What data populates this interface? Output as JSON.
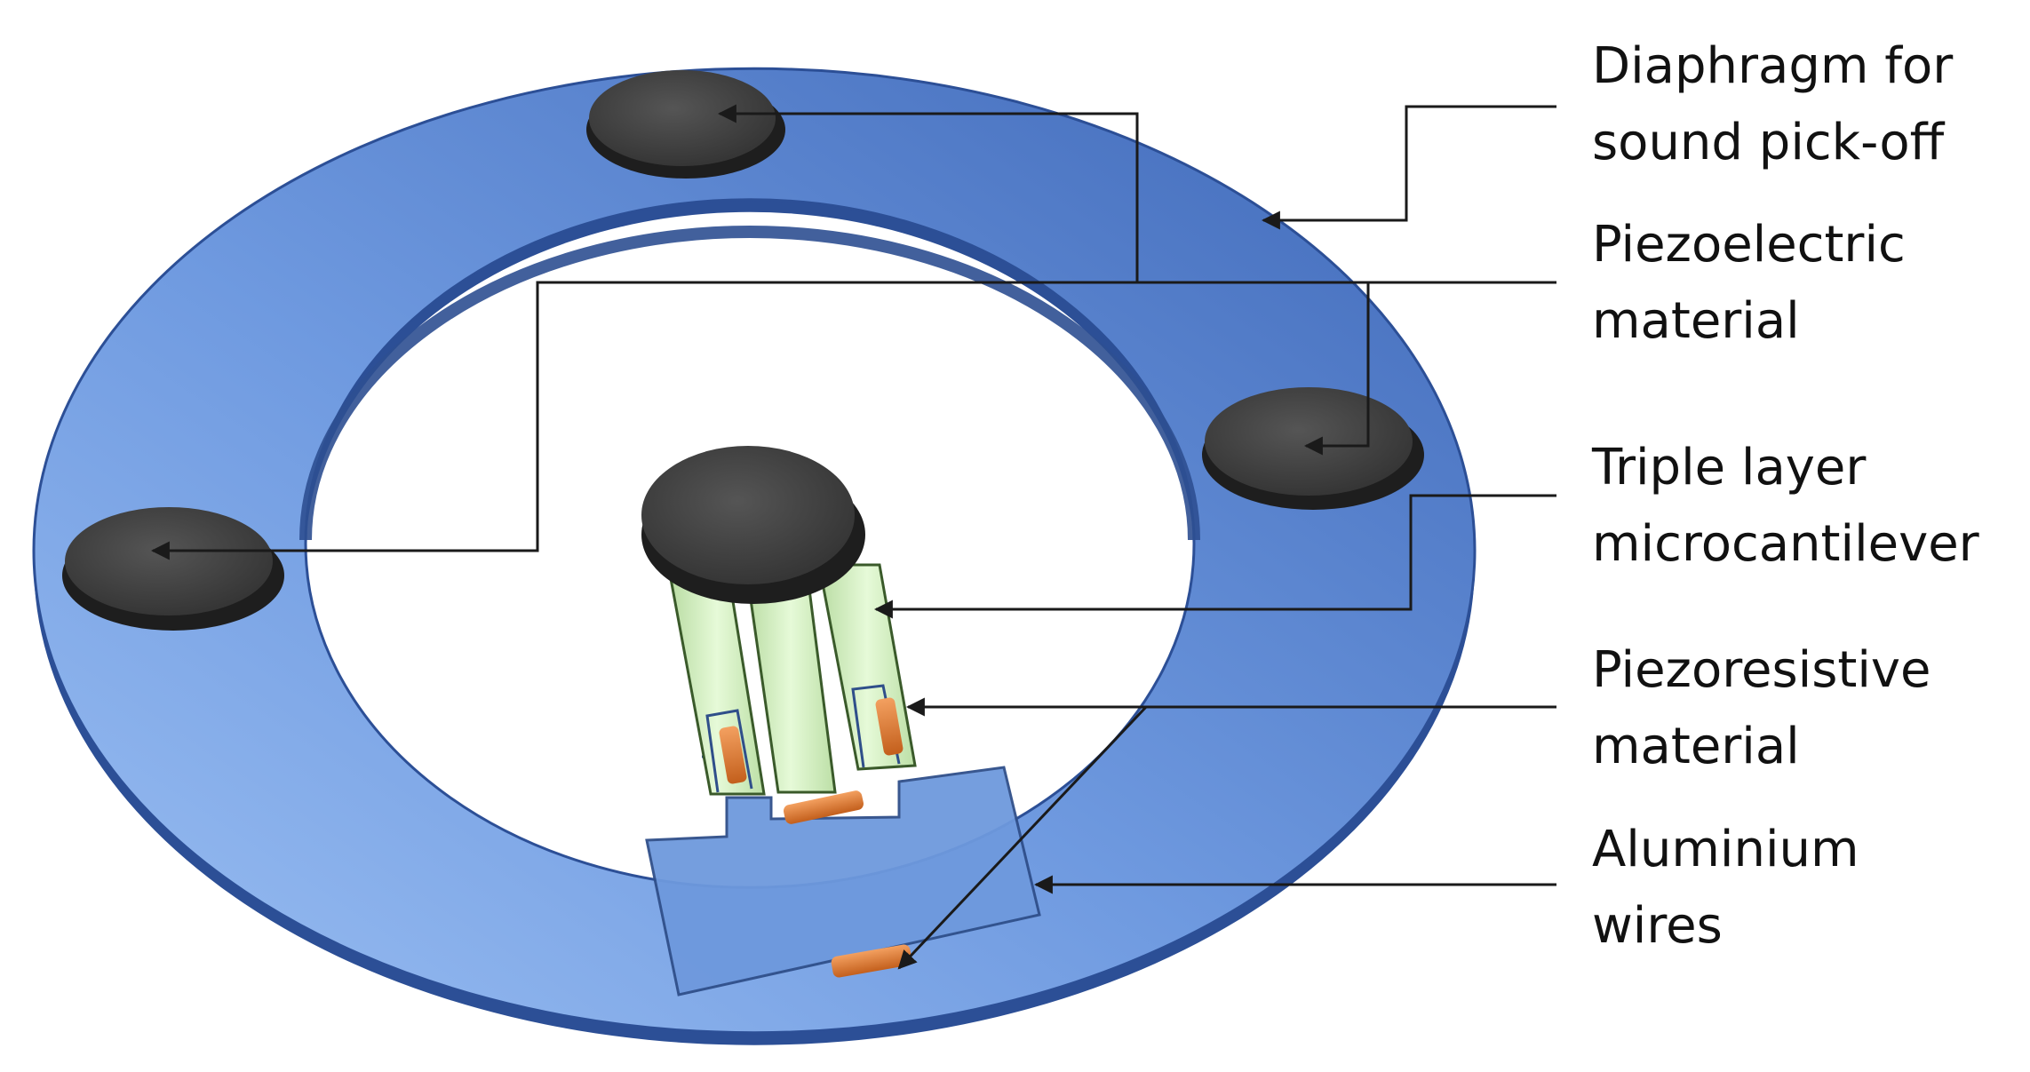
{
  "labels": {
    "diaphragm": [
      "Diaphragm for",
      "sound pick-off"
    ],
    "piezoelectric": [
      "Piezoelectric",
      "material"
    ],
    "cantilever": [
      "Triple layer",
      "microcantilever"
    ],
    "piezoresistive": [
      "Piezoresistive",
      "material"
    ],
    "aluminium": [
      "Aluminium",
      "wires"
    ]
  },
  "colors": {
    "ring": "#4f7ccc",
    "ring_edge": "#2c4f96",
    "disc": "#3b3b3b",
    "cantilever": "#d4f3c0",
    "resistor": "#e07a2e",
    "wire": "#2f4f8a"
  }
}
